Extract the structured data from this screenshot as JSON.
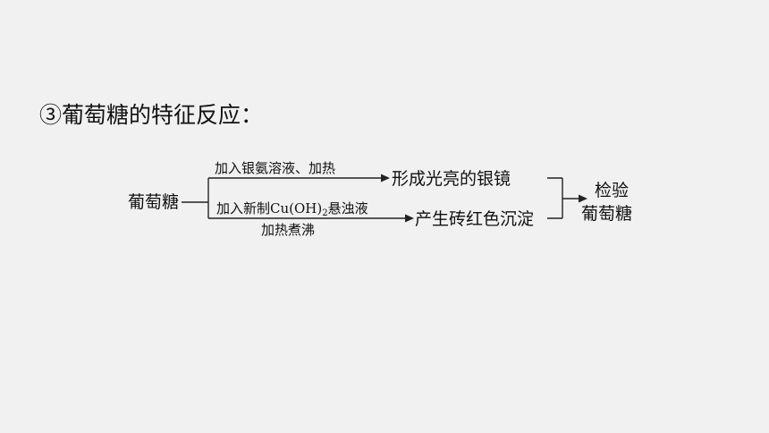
{
  "heading": "③葡萄糖的特征反应：",
  "diagram": {
    "source": "葡萄糖",
    "branch1": {
      "condition": "加入银氨溶液、加热",
      "result": "形成光亮的银镜"
    },
    "branch2": {
      "condition_prefix": "加入新制Cu(OH)",
      "condition_subscript": "2",
      "condition_suffix": "悬浊液",
      "condition_below": "加热煮沸",
      "result": "产生砖红色沉淀"
    },
    "conclusion_line1": "检验",
    "conclusion_line2": "葡萄糖"
  }
}
